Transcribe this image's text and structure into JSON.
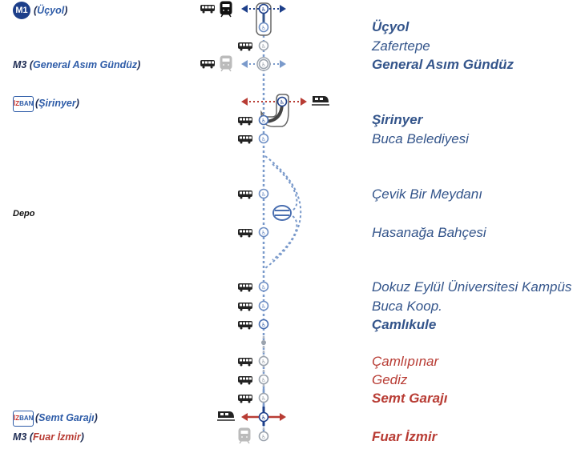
{
  "colors": {
    "line_blue": "#7a9acb",
    "dark_blue": "#1d3f8a",
    "red": "#b83c34",
    "grey": "#9ba3ad"
  },
  "stations": [
    {
      "name": "Üçyol",
      "style": "blue bold"
    },
    {
      "name": "Zafertepe",
      "style": "blue"
    },
    {
      "name": "General Asım Gündüz",
      "style": "blue bold"
    },
    {
      "name": "Şirinyer",
      "style": "blue bold"
    },
    {
      "name": "Buca Belediyesi",
      "style": "blue"
    },
    {
      "name": "Çevik Bir Meydanı",
      "style": "blue"
    },
    {
      "name": "Hasanağa Bahçesi",
      "style": "blue"
    },
    {
      "name": "Dokuz Eylül Üniversitesi Kampüs",
      "style": "blue"
    },
    {
      "name": "Buca Koop.",
      "style": "blue"
    },
    {
      "name": "Çamlıkule",
      "style": "blue bold"
    },
    {
      "name": "Çamlıpınar",
      "style": "red"
    },
    {
      "name": "Gediz",
      "style": "red"
    },
    {
      "name": "Semt Garajı",
      "style": "red bold"
    },
    {
      "name": "Fuar İzmir",
      "style": "red bold"
    }
  ],
  "transfers": {
    "m1_badge": "M1",
    "m1_station": "Üçyol",
    "m3_label": "M3",
    "m3_general": "General Asım Gündüz",
    "izban_label_a": "İZ",
    "izban_label_b": "BAN",
    "izban_sirinyer": "Şirinyer",
    "izban_semt": "Semt Garajı",
    "m3_fuar": "Fuar İzmir",
    "depo": "Depo"
  },
  "icons": [
    "bus-icon",
    "metro-icon",
    "train-icon",
    "depot-icon",
    "accessible-icon"
  ]
}
